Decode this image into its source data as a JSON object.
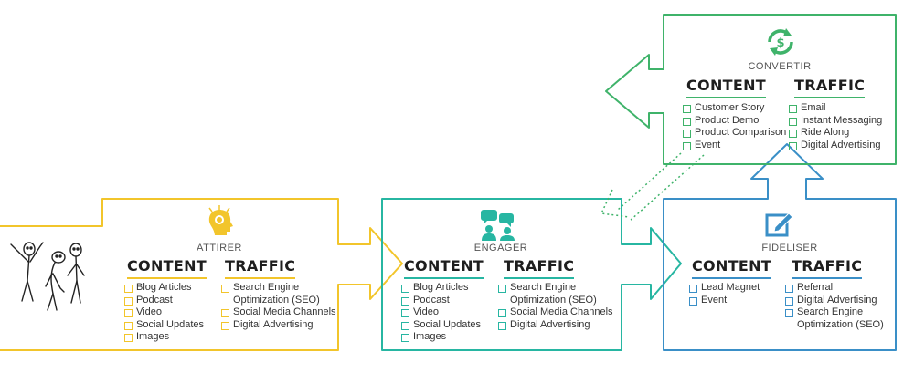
{
  "stages": {
    "attirer": {
      "title": "ATTIRER",
      "content_header": "CONTENT",
      "traffic_header": "TRAFFIC",
      "content": [
        "Blog Articles",
        "Podcast",
        "Video",
        "Social Updates",
        "Images"
      ],
      "traffic": [
        "Search Engine",
        "Optimization (SEO)",
        "Social Media Channels",
        "Digital Advertising"
      ],
      "color": "#f2c52b",
      "icon": "lightbulb-head-icon"
    },
    "engager": {
      "title": "ENGAGER",
      "content_header": "CONTENT",
      "traffic_header": "TRAFFIC",
      "content": [
        "Blog Articles",
        "Podcast",
        "Video",
        "Social Updates",
        "Images"
      ],
      "traffic": [
        "Search Engine",
        "Optimization (SEO)",
        "Social Media Channels",
        "Digital Advertising"
      ],
      "color": "#27b6a2",
      "icon": "conversation-people-icon"
    },
    "fideliser": {
      "title": "FIDELISER",
      "content_header": "CONTENT",
      "traffic_header": "TRAFFIC",
      "content": [
        "Lead Magnet",
        "Event"
      ],
      "traffic": [
        "Referral",
        "Digital Advertising",
        "Search Engine",
        "Optimization (SEO)"
      ],
      "color": "#3a8fc7",
      "icon": "edit-pencil-icon"
    },
    "convertir": {
      "title": "CONVERTIR",
      "content_header": "CONTENT",
      "traffic_header": "TRAFFIC",
      "content": [
        "Customer Story",
        "Product Demo",
        "Product Comparison",
        "Event"
      ],
      "traffic": [
        "Email",
        "Instant Messaging",
        "Ride Along",
        "Digital Advertising"
      ],
      "color": "#3fb36a",
      "icon": "dollar-cycle-icon"
    }
  },
  "illustration": {
    "icon": "stick-figures-icon"
  }
}
